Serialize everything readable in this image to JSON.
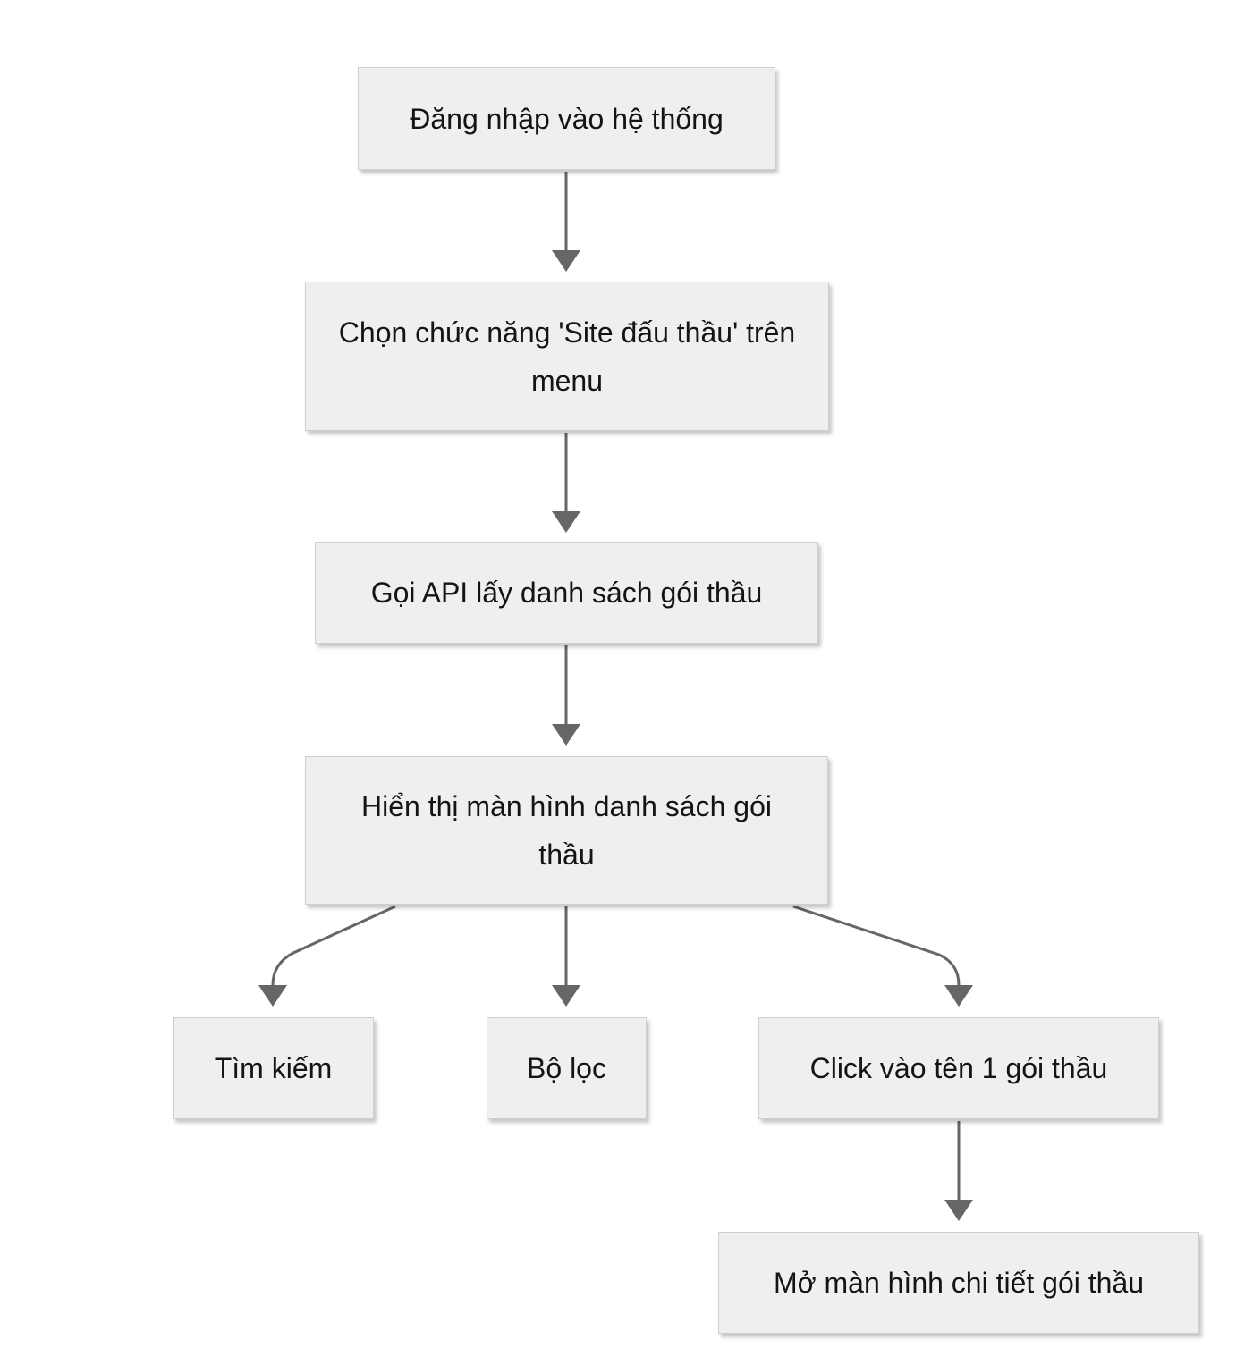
{
  "diagram": {
    "type": "flowchart",
    "colors": {
      "node_fill": "#efefef",
      "node_border": "#cfcfcf",
      "edge": "#666666",
      "text": "#141414"
    },
    "nodes": [
      {
        "id": "login",
        "label": "Đăng nhập vào hệ thống"
      },
      {
        "id": "choose-menu",
        "label": "Chọn chức năng 'Site đấu thầu' trên menu"
      },
      {
        "id": "call-api",
        "label": "Gọi API lấy danh sách gói thầu"
      },
      {
        "id": "show-list",
        "label": "Hiển thị màn hình danh sách gói thầu"
      },
      {
        "id": "search",
        "label": "Tìm kiếm"
      },
      {
        "id": "filter",
        "label": "Bộ lọc"
      },
      {
        "id": "click-package",
        "label": "Click vào tên 1 gói thầu"
      },
      {
        "id": "open-detail",
        "label": "Mở màn hình chi tiết gói thầu"
      }
    ],
    "edges": [
      {
        "from": "login",
        "to": "choose-menu"
      },
      {
        "from": "choose-menu",
        "to": "call-api"
      },
      {
        "from": "call-api",
        "to": "show-list"
      },
      {
        "from": "show-list",
        "to": "search"
      },
      {
        "from": "show-list",
        "to": "filter"
      },
      {
        "from": "show-list",
        "to": "click-package"
      },
      {
        "from": "click-package",
        "to": "open-detail"
      }
    ]
  }
}
